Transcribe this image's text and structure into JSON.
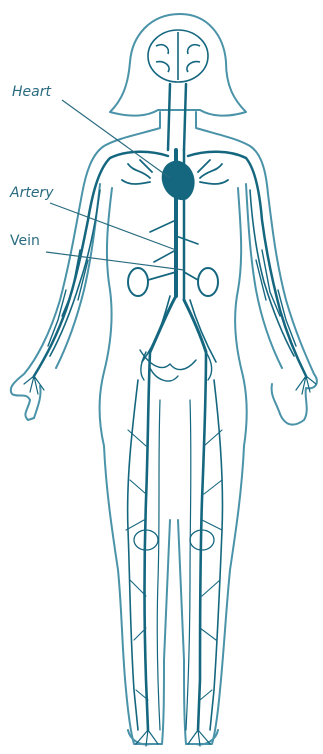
{
  "labels": {
    "heart": "Heart",
    "artery": "Artery",
    "vein": "Vein"
  },
  "colors": {
    "outline": "#4a93a8",
    "vessel": "#15677f",
    "label": "#2a6b80"
  }
}
